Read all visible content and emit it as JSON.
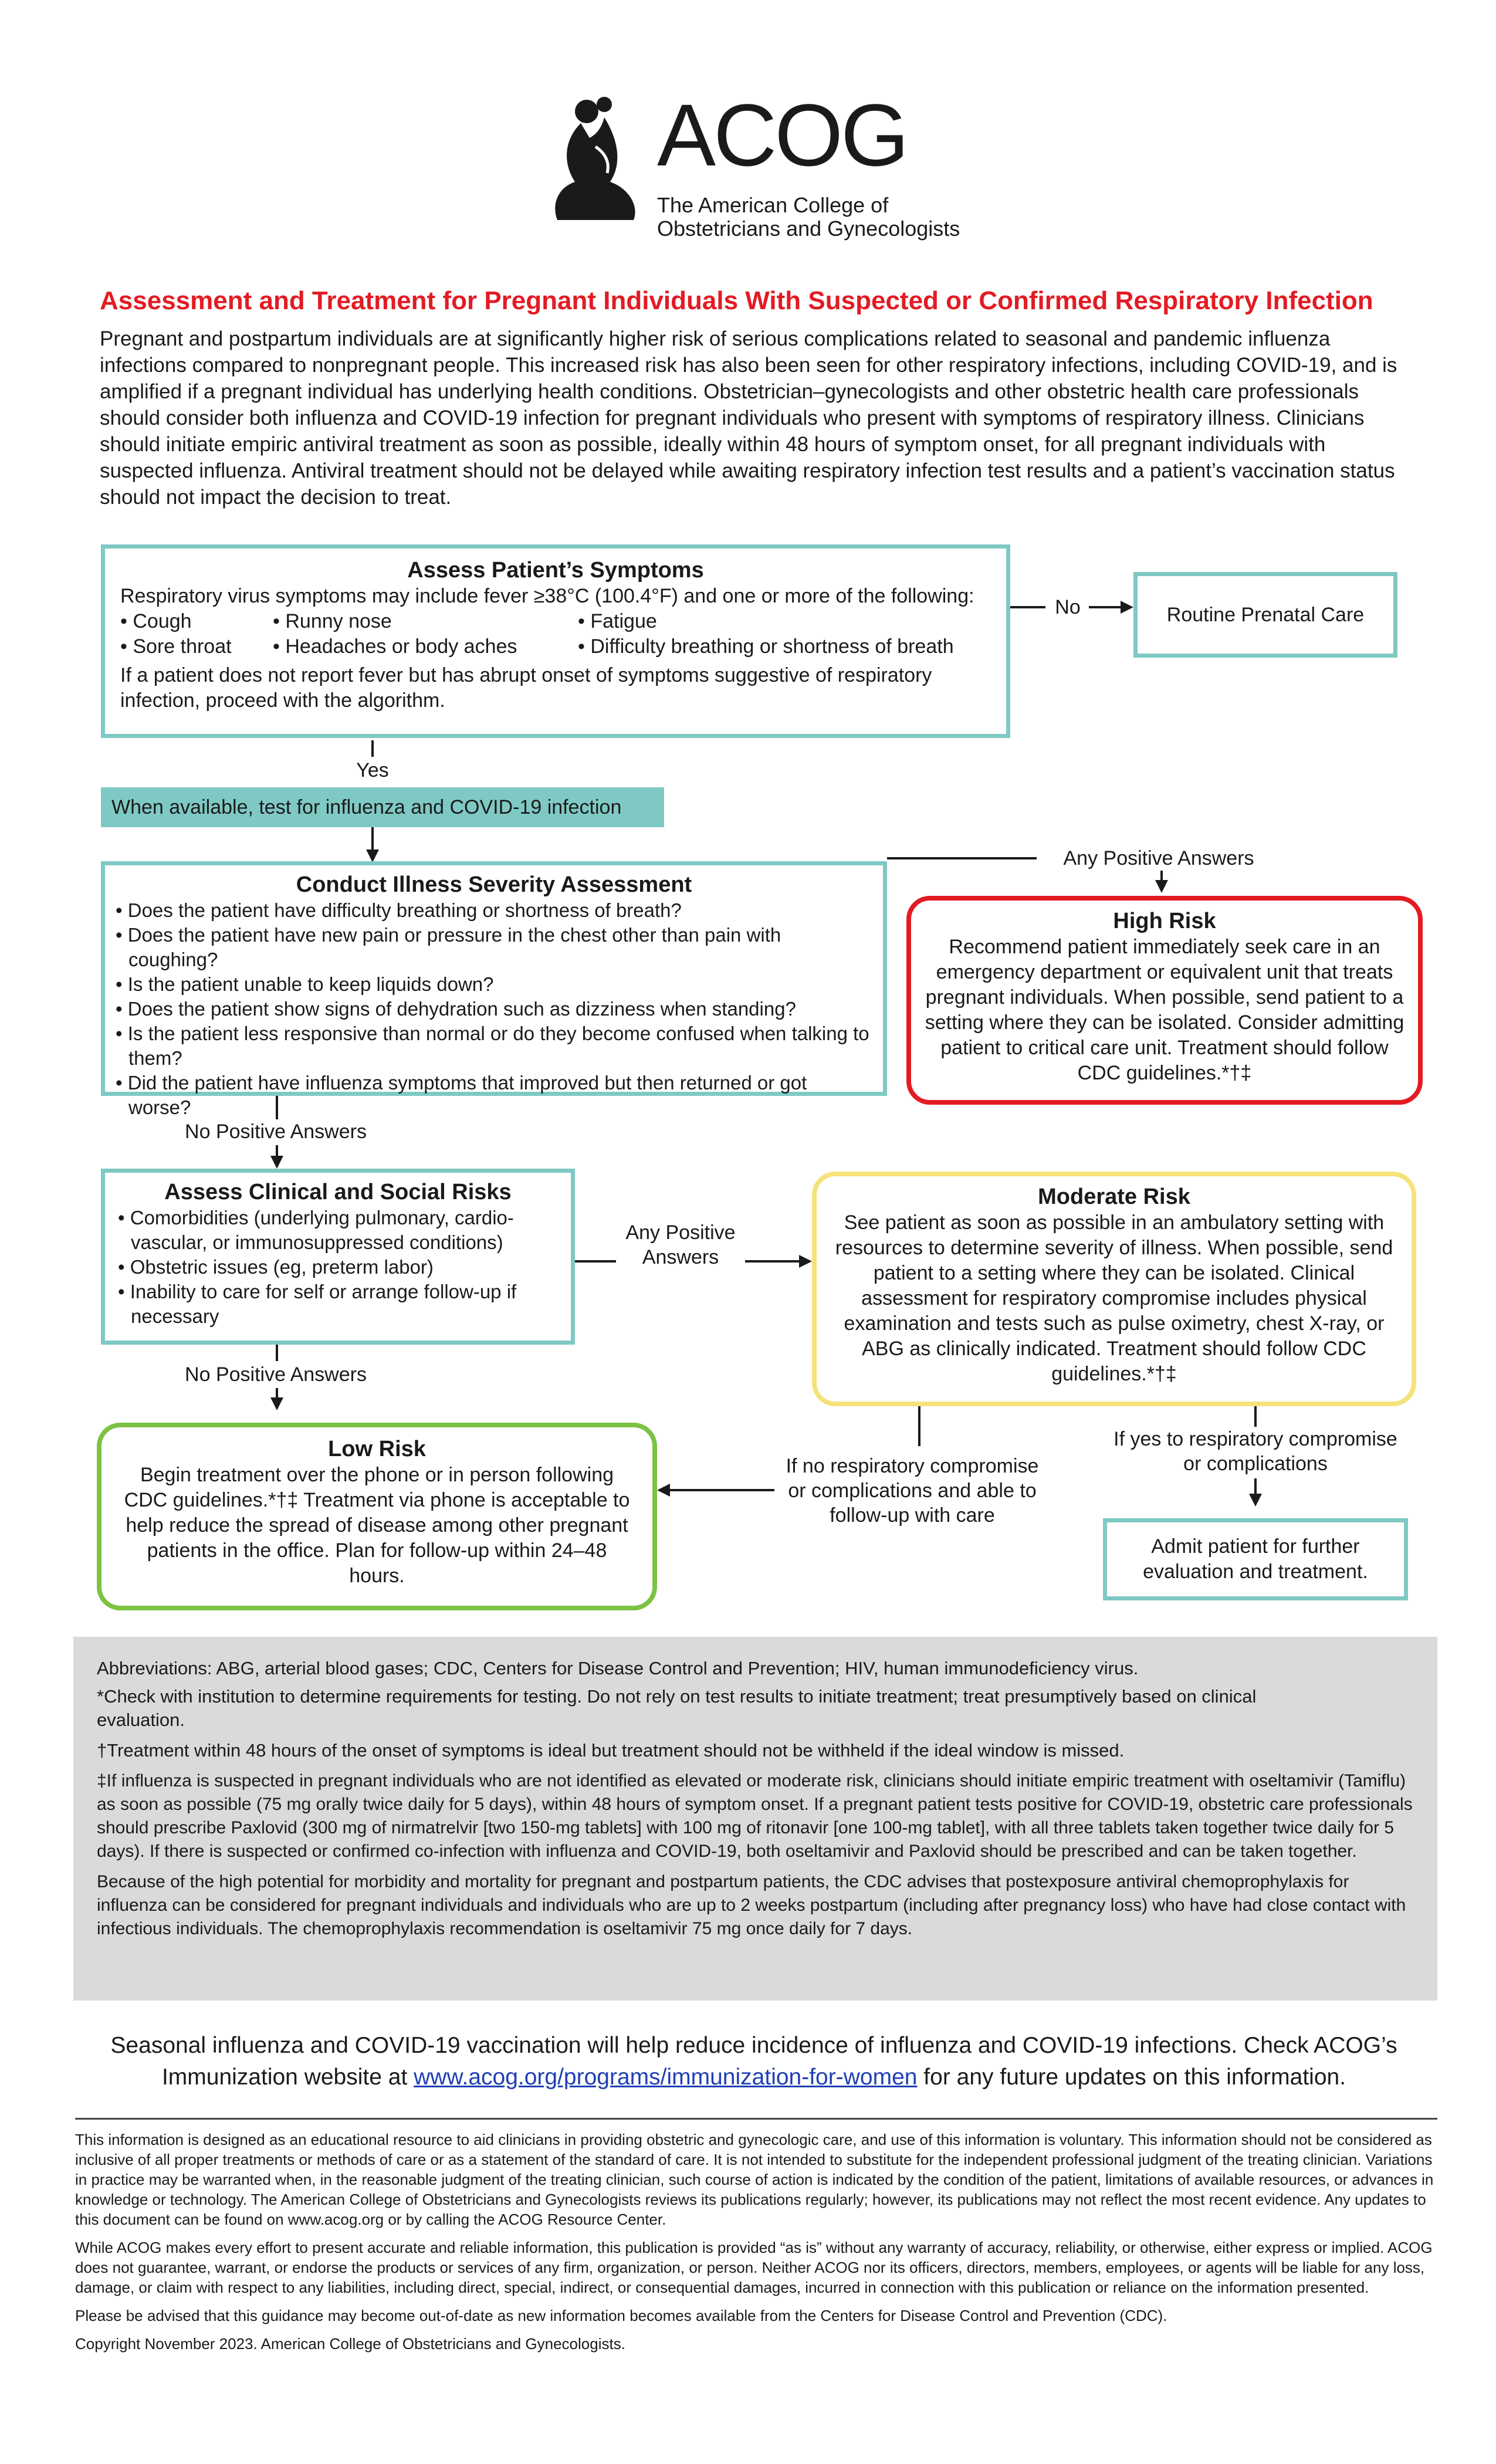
{
  "logo": {
    "acronym": "ACOG",
    "org_line1": "The American College of",
    "org_line2": "Obstetricians and Gynecologists"
  },
  "title": "Assessment and Treatment for Pregnant Individuals With Suspected or Confirmed Respiratory Infection",
  "intro": "Pregnant and postpartum individuals are at significantly higher risk of serious complications related to seasonal and pandemic influenza infections compared to nonpregnant people. This increased risk has also been seen for other respiratory infections, including COVID-19, and is amplified if a pregnant individual has underlying health conditions. Obstetrician–gynecologists and other obstetric health care professionals should consider both influenza and COVID-19 infection for pregnant individuals who present with symptoms of respiratory illness. Clinicians should initiate empiric antiviral treatment as soon as possible, ideally within 48 hours of symptom onset, for all pregnant individuals with suspected influenza. Antiviral treatment should not be delayed while awaiting respiratory infection test results and a patient’s vaccination status should not impact the decision to treat.",
  "symptoms": {
    "title": "Assess Patient’s Symptoms",
    "lead": "Respiratory virus symptoms may include fever ≥38°C (100.4°F) and one or more of the following:",
    "items": [
      "Cough",
      "Runny nose",
      "Fatigue",
      "Sore throat",
      "Headaches or body aches",
      "Difficulty breathing or shortness of breath"
    ],
    "note": "If a patient does not report fever but has abrupt onset of symptoms suggestive of respiratory infection, proceed with the algorithm."
  },
  "routine": {
    "label": "Routine Prenatal Care",
    "no_label": "No"
  },
  "yes_label": "Yes",
  "test_banner": "When available, test for influenza and COVID-19 infection",
  "severity": {
    "title": "Conduct Illness Severity Assessment",
    "items": [
      "Does the patient have difficulty breathing or shortness of breath?",
      "Does the patient have new pain or pressure in the chest other than pain with coughing?",
      "Is the patient unable to keep liquids down?",
      "Does the patient show signs of dehydration such as dizziness when standing?",
      "Is the patient less responsive than normal or do they become confused when talking to them?",
      "Did the patient have influenza symptoms that improved but then returned or got worse?"
    ]
  },
  "any_positive_top": "Any Positive Answers",
  "high_risk": {
    "title": "High Risk",
    "text": "Recommend patient immediately seek care in an emergency department or equivalent unit that treats pregnant individuals. When possible, send patient to a setting where they can be isolated. Consider admitting patient to critical care unit. Treatment should follow CDC guidelines.*†‡"
  },
  "no_positive_1": "No Positive Answers",
  "clinical": {
    "title": "Assess Clinical and Social Risks",
    "items": [
      "Comorbidities (underlying pulmonary, cardio-vascular, or immunosuppressed conditions)",
      "Obstetric issues (eg, preterm labor)",
      "Inability to care for self or arrange follow-up if necessary"
    ]
  },
  "any_positive_mid": "Any Positive Answers",
  "moderate_risk": {
    "title": "Moderate Risk",
    "text": "See patient as soon as possible in an ambulatory setting with resources to determine severity of illness. When possible, send patient to a setting where they can be isolated. Clinical assessment for respiratory compromise includes physical examination and tests such as pulse oximetry, chest X-ray, or ABG as clinically indicated. Treatment should follow CDC guidelines.*†‡"
  },
  "no_positive_2": "No Positive Answers",
  "low_risk": {
    "title": "Low Risk",
    "text": "Begin treatment over the phone or in person following CDC guidelines.*†‡ Treatment via phone is acceptable to help reduce the spread of disease among other pregnant patients in the office. Plan for follow-up within 24–48 hours."
  },
  "no_compromise": "If no respiratory compromise or complications and able to follow-up with care",
  "yes_compromise": "If yes to respiratory compromise or complications",
  "admit": "Admit patient for further evaluation and treatment.",
  "notes": {
    "abbrev": "Abbreviations: ABG, arterial blood gases; CDC, Centers for Disease Control and Prevention; HIV, human immunodeficiency virus.",
    "star": "*Check with institution to determine requirements for testing. Do not rely on test results to initiate treatment; treat presumptively based on clinical evaluation.",
    "dagger": "†Treatment within 48 hours of the onset of symptoms is ideal but treatment should not be withheld if the ideal window is missed.",
    "ddagger": "‡If influenza is suspected in pregnant individuals who are not identified as elevated or moderate risk, clinicians should initiate empiric treatment with oseltamivir (Tamiflu) as soon as possible (75 mg orally twice daily for 5 days), within 48 hours of symptom onset. If a pregnant patient tests positive for COVID-19, obstetric care professionals should prescribe Paxlovid (300 mg of nirmatrelvir [two 150-mg tablets] with 100 mg of ritonavir [one 100-mg tablet], with all three tablets taken together twice daily for 5 days). If there is suspected or confirmed co-infection with influenza and COVID-19, both oseltamivir and Paxlovid should be prescribed and can be taken together.",
    "chemo": "Because of the high potential for morbidity and mortality for pregnant and postpartum patients, the CDC advises that postexposure antiviral chemoprophylaxis for influenza can be considered for pregnant individuals and individuals who are up to 2 weeks postpartum (including after pregnancy loss) who have had close contact with infectious individuals. The chemoprophylaxis recommendation is oseltamivir 75 mg once daily for 7 days."
  },
  "vaccine": {
    "pre": "Seasonal influenza and COVID-19 vaccination will help reduce incidence of influenza and COVID-19 infections. Check ACOG’s Immunization website at ",
    "link": "www.acog.org/programs/immunization-for-women",
    "post": " for any future updates on this information."
  },
  "disclaimer": {
    "p1": "This information is designed as an educational resource to aid clinicians in providing obstetric and gynecologic care, and use of this information is voluntary. This information should not be considered as inclusive of all proper treatments or methods of care or as a statement of the standard of care. It is not intended to substitute for the independent professional judgment of the treating clinician. Variations in practice may be warranted when, in the reasonable judgment of the treating clinician, such course of action is indicated by the condition of the patient, limitations of available resources, or advances in knowledge or technology. The American College of Obstetricians and Gynecologists reviews its publications regularly; however, its publications may not reflect the most recent evidence. Any updates to this document can be found on www.acog.org or by calling the ACOG Resource Center.",
    "p2": "While ACOG makes every effort to present accurate and reliable information, this publication is provided “as is” without any warranty of accuracy, reliability, or otherwise, either express or implied. ACOG does not guarantee, warrant, or endorse the products or services of any firm, organization, or person. Neither ACOG nor its officers, directors, members, employees, or agents will be liable for any loss, damage, or claim with respect to any liabilities, including direct, special, indirect, or consequential damages, incurred in connection with this publication or reliance on the information presented.",
    "p3": "Please be advised that this guidance may become out-of-date as new information becomes available from the Centers for Disease Control and Prevention (CDC).",
    "p4": "Copyright November 2023. American College of Obstetricians and Gynecologists."
  },
  "colors": {
    "title_red": "#e31b23",
    "teal": "#7fc9c4",
    "teal_fill": "#7fc9c4",
    "red": "#e31b23",
    "yellow": "#f5e27a",
    "green": "#7cc243",
    "gray_panel": "#d9dadb",
    "link_blue": "#1f3fb5"
  }
}
